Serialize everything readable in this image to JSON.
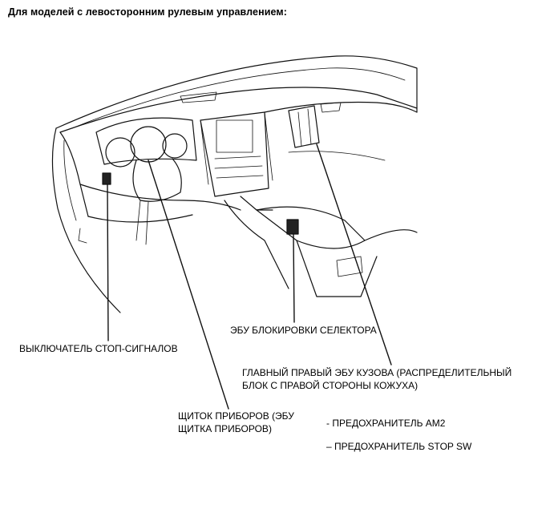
{
  "heading": "Для моделей с левосторонним рулевым управлением:",
  "labels": {
    "stop_light_switch": "ВЫКЛЮЧАТЕЛЬ СТОП-СИГНАЛОВ",
    "shift_lock_ecu": "ЭБУ БЛОКИРОВКИ СЕЛЕКТОРА",
    "main_body_ecu_line1": "ГЛАВНЫЙ ПРАВЫЙ ЭБУ КУЗОВА (РАСПРЕДЕЛИТЕЛЬНЫЙ",
    "main_body_ecu_line2": "БЛОК С ПРАВОЙ СТОРОНЫ КОЖУХА)",
    "combination_meter_line1": "ЩИТОК ПРИБОРОВ (ЭБУ",
    "combination_meter_line2": "ЩИТКА ПРИБОРОВ)",
    "fuse_am2": "- ПРЕДОХРАНИТЕЛЬ AM2",
    "fuse_stop_sw": "– ПРЕДОХРАНИТЕЛЬ STOP SW"
  }
}
